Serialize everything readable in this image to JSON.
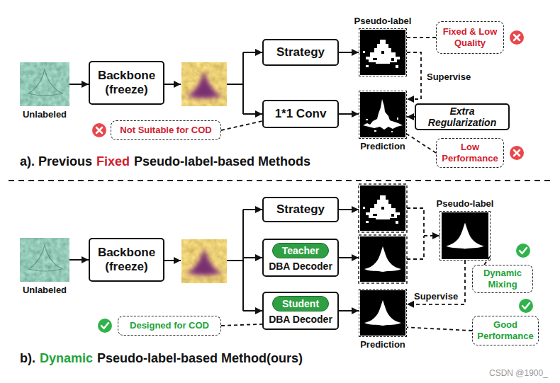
{
  "diagram": {
    "nodes": [
      {
        "text": [
          "Unlabeled"
        ]
      },
      {
        "text": [
          "Backbone (freeze)"
        ]
      },
      {
        "text": [
          "Strategy"
        ]
      },
      {
        "text": [
          "1*1 Conv"
        ]
      },
      {
        "text": [
          "Pseudo-label"
        ]
      },
      {
        "text": [
          "Prediction"
        ]
      },
      {
        "text": [
          "Fixed & Low Quality"
        ]
      },
      {
        "text": [
          "Extra Regularization"
        ]
      },
      {
        "text": [
          "Low Performance"
        ]
      },
      {
        "text": [
          "Not Suitable for COD"
        ]
      },
      {
        "text": [
          "Unlabeled"
        ]
      },
      {
        "text": [
          "Backbone (freeze)"
        ]
      },
      {
        "text": [
          "Strategy"
        ]
      },
      {
        "text": [
          "DBA Decoder"
        ]
      },
      {
        "text": [
          "Teacher"
        ],
        "in": 13
      },
      {
        "text": [
          "DBA Decoder"
        ]
      },
      {
        "text": [
          "Student"
        ],
        "in": 15
      },
      {
        "text": [
          "Pseudo-label"
        ]
      },
      {
        "text": [
          "Prediction"
        ]
      },
      {
        "text": [
          "Dynamic Mixing"
        ]
      },
      {
        "text": [
          "Good Performance"
        ]
      },
      {
        "text": [
          "Designed for COD"
        ]
      }
    ],
    "edges": [
      {
        "from": 0,
        "to": 1,
        "arrow": "to"
      },
      {
        "from": 2,
        "to": 4,
        "arrow": "to"
      },
      {
        "from": 3,
        "to": 5,
        "arrow": "to"
      },
      {
        "from": 4,
        "to": 5,
        "arrow": "to",
        "label": "Supervise"
      },
      {
        "from": 7,
        "to": 5,
        "arrow": "to"
      },
      {
        "from": 6,
        "to": 4,
        "arrow": "none"
      },
      {
        "from": 9,
        "to": 3,
        "arrow": "none"
      },
      {
        "from": 8,
        "to": 5,
        "arrow": "none"
      },
      {
        "from": 10,
        "to": 11,
        "arrow": "to"
      },
      {
        "from": 15,
        "to": 18,
        "arrow": "to"
      },
      {
        "from": 17,
        "to": 18,
        "arrow": "to",
        "label": "Supervise"
      },
      {
        "from": 19,
        "to": 17,
        "arrow": "none"
      },
      {
        "from": 20,
        "to": 18,
        "arrow": "none"
      },
      {
        "from": 21,
        "to": 15,
        "arrow": "none"
      }
    ],
    "labels": [
      "a). Previous",
      "Fixed",
      "Pseudo-label-based Methods",
      "b).",
      "Dynamic",
      "Pseudo-label-based Method(ours)",
      "CSDN @1900_"
    ]
  }
}
